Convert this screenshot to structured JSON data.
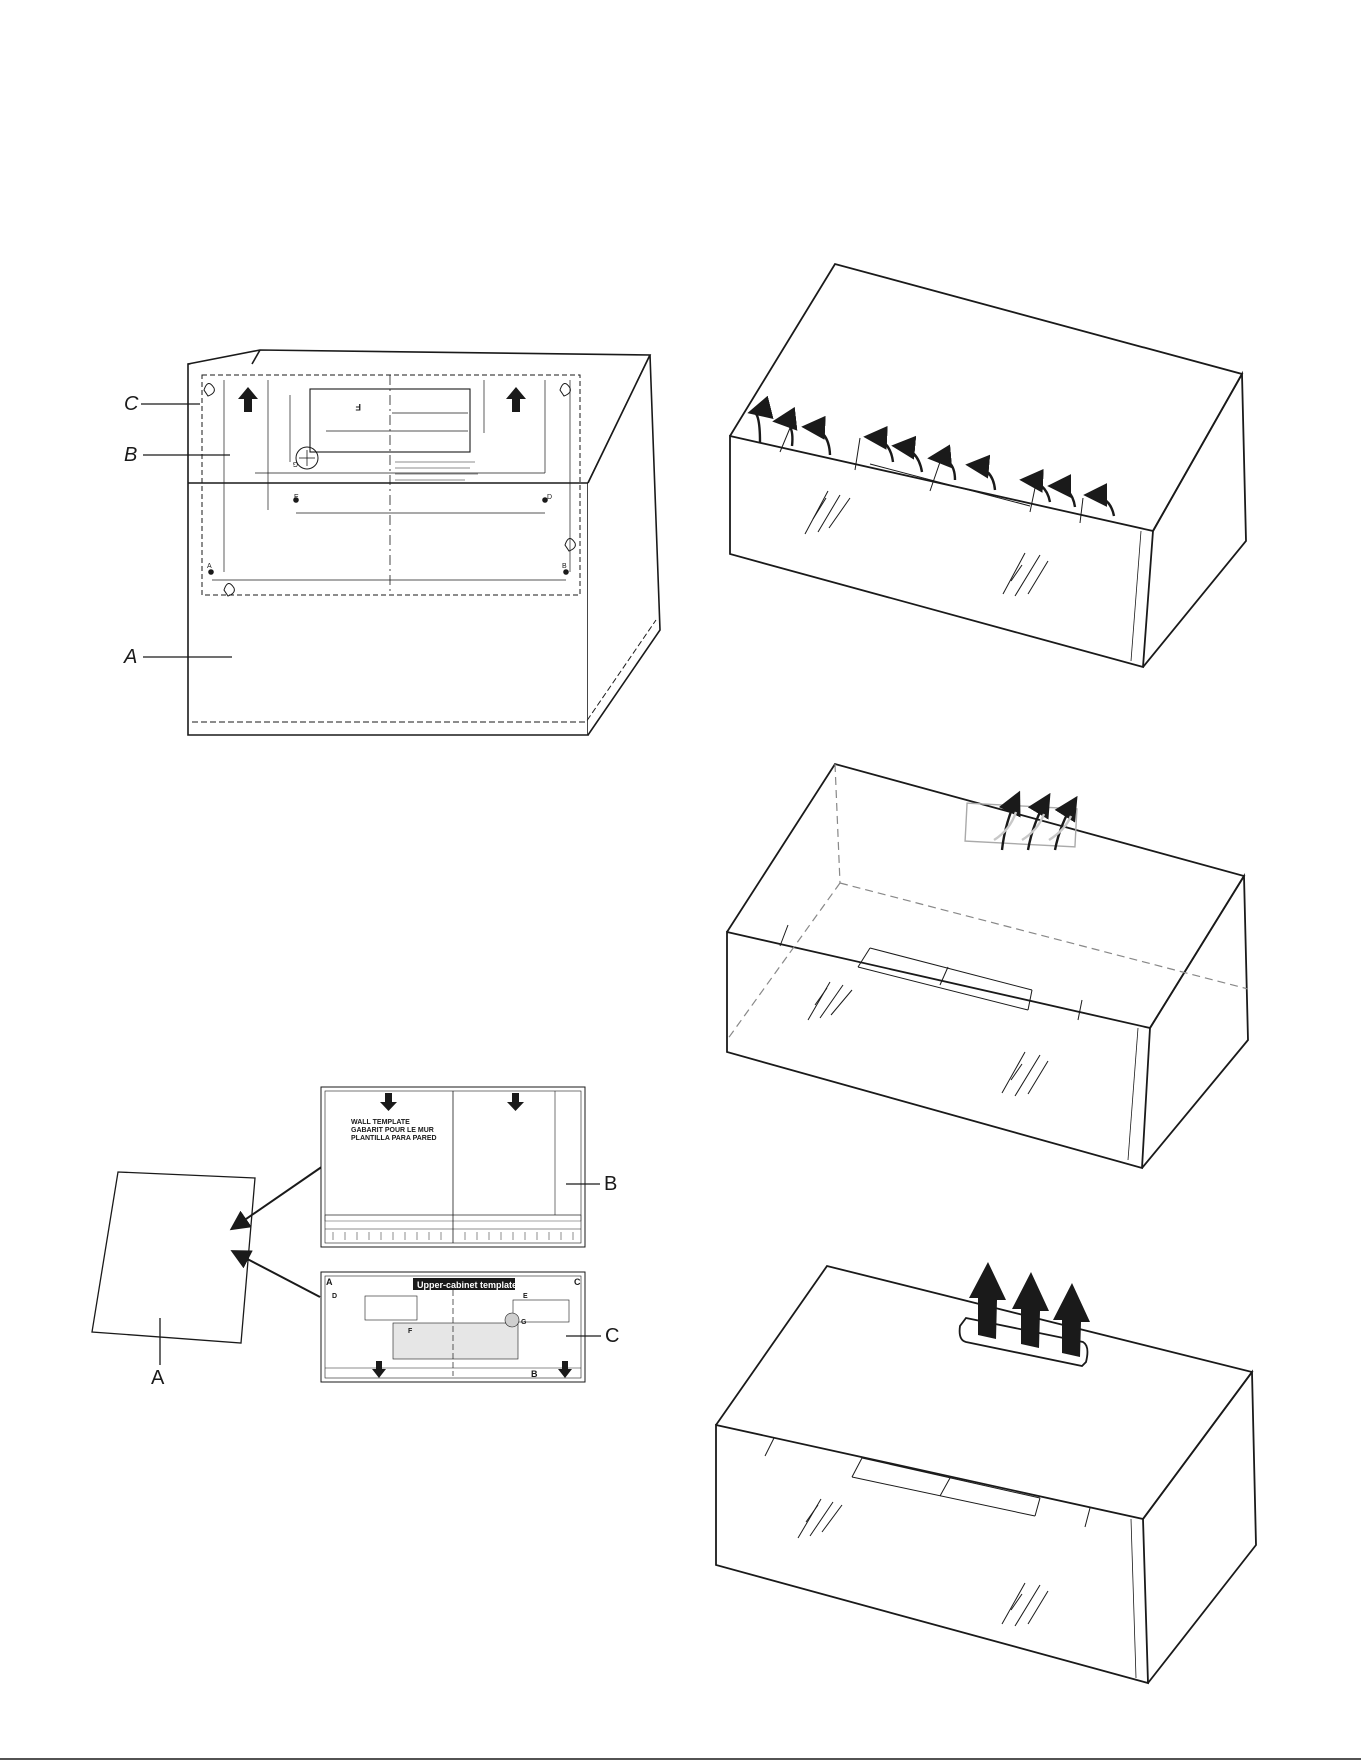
{
  "figure1": {
    "callout_c": "C",
    "callout_b": "B",
    "callout_a": "A",
    "template_letters": {
      "f": "F",
      "g": "G",
      "e": "E",
      "d": "D",
      "a": "A",
      "b": "B"
    }
  },
  "figure2": {
    "callout_a": "A",
    "callout_b": "B",
    "callout_c": "C",
    "wall_template": {
      "title_line1": "WALL TEMPLATE",
      "title_line2": "GABARIT POUR LE MUR",
      "title_line3": "PLANTILLA PARA PARED"
    },
    "cabinet_template": {
      "title": "Upper-cabinet template",
      "letters": {
        "a": "A",
        "b": "B",
        "c": "C",
        "d": "D",
        "e": "E",
        "f": "F",
        "g": "G"
      }
    }
  },
  "colors": {
    "line": "#1a1a1a",
    "light_line": "#9a9a9a",
    "paper": "#ffffff"
  }
}
